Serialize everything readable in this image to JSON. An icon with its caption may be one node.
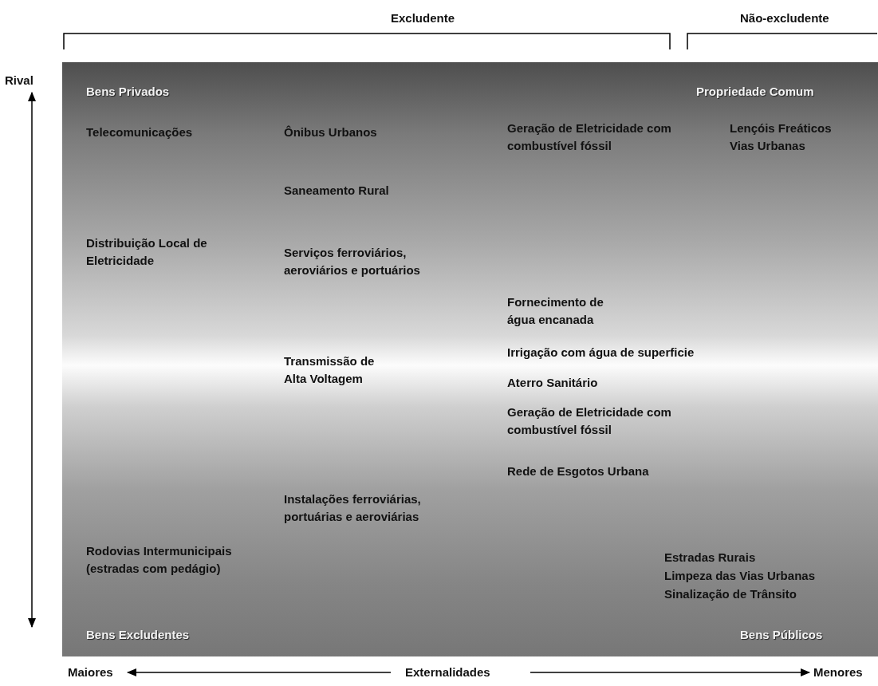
{
  "diagram": {
    "labels": [
      "Excludente",
      "Não-excludente",
      "Rival",
      "Bens Privados",
      "Propriedade Comum",
      "Telecomunicações",
      "Ônibus Urbanos",
      "Geração de Eletricidade com combustível fóssil",
      "Lençóis Freáticos",
      "Vias Urbanas",
      "Saneamento Rural",
      "Distribuição Local de Eletricidade",
      "Serviços ferroviários, aeroviários e portuários",
      "Fornecimento de água encanada",
      "Transmissão de Alta Voltagem",
      "Irrigação com água de superficie",
      "Aterro Sanitário",
      "Geração de Eletricidade com combustível fóssil",
      "Rede de Esgotos Urbana",
      "Instalações ferroviárias, portuárias e aeroviárias",
      "Rodovias Intermunicipais (estradas com pedágio)",
      "Estradas Rurais",
      "Limpeza das Vias Urbanas",
      "Sinalização de Trânsito",
      "Bens Excludentes",
      "Bens Públicos",
      "Maiores",
      "Externalidades",
      "Menores"
    ]
  }
}
